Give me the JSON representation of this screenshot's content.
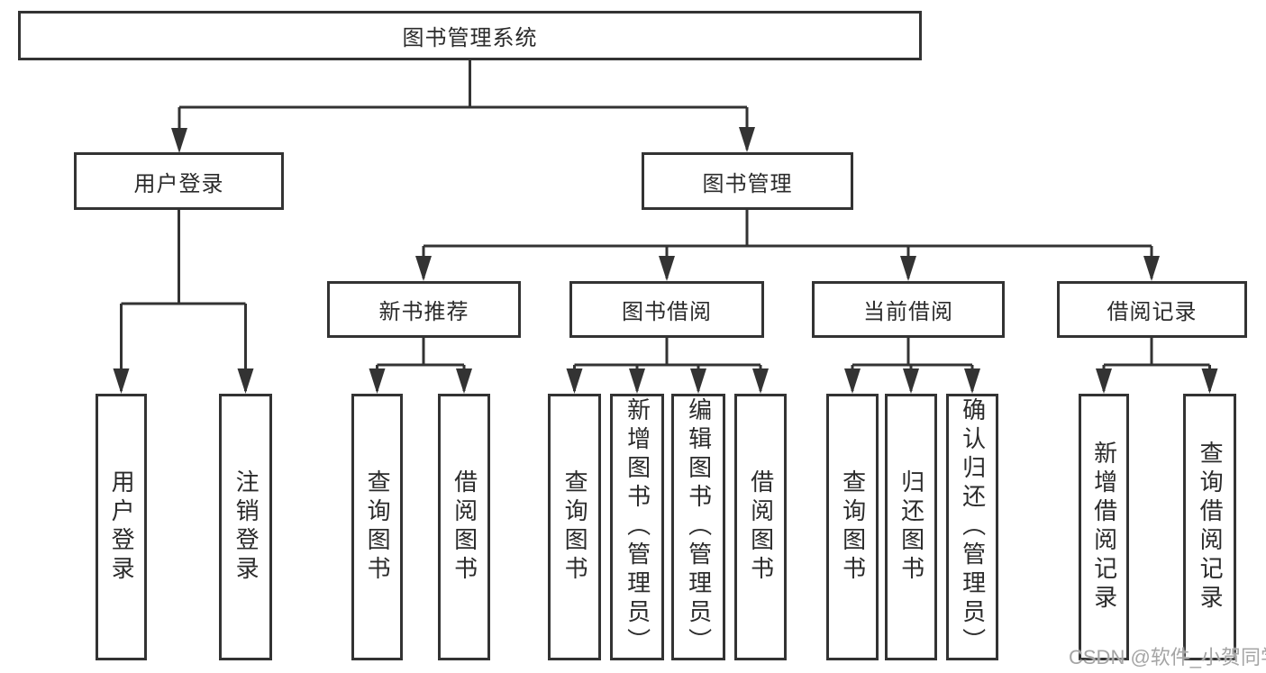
{
  "nodes": {
    "root": "图书管理系统",
    "l2": [
      "用户登录",
      "图书管理"
    ],
    "l3": [
      "新书推荐",
      "图书借阅",
      "当前借阅",
      "借阅记录"
    ],
    "login_children": [
      "用户登录",
      "注销登录"
    ],
    "recommend_children": [
      "查询图书",
      "借阅图书"
    ],
    "borrow_children": [
      "查询图书",
      "新增图书（管理员）",
      "编辑图书（管理员）",
      "借阅图书"
    ],
    "current_children": [
      "查询图书",
      "归还图书",
      "确认归还（管理员）"
    ],
    "records_children": [
      "新增借阅记录",
      "查询借阅记录"
    ]
  },
  "watermark": "CSDN @软件_小贺同学",
  "colors": {
    "line": "#333333",
    "box_border": "#333333",
    "text": "#2b2b2b",
    "watermark": "#a5a5a5",
    "background": "#ffffff"
  }
}
